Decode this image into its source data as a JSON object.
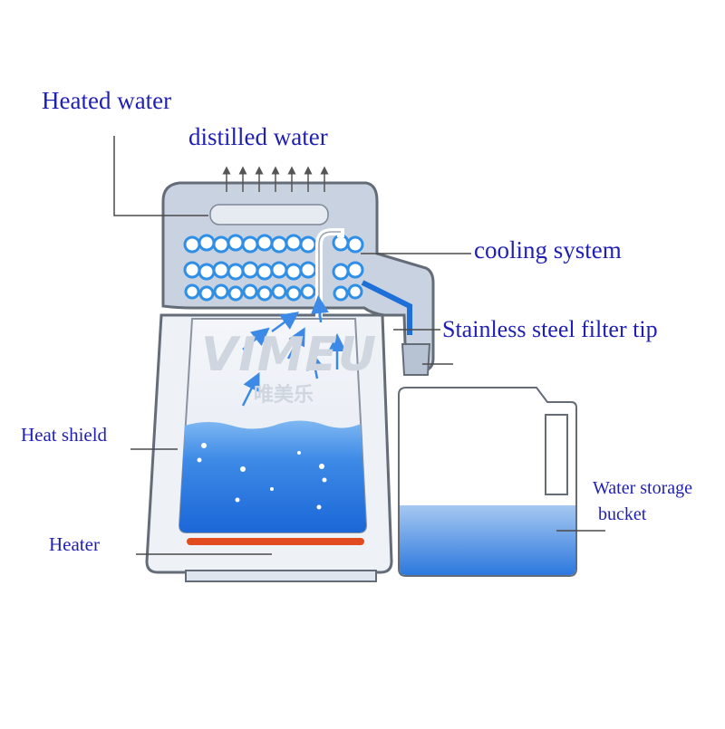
{
  "labels": {
    "heated_water": "Heated water",
    "distilled_water": "distilled water",
    "cooling_system": "cooling system",
    "filter_tip": "Stainless steel filter tip",
    "heat_shield": "Heat shield",
    "heater": "Heater",
    "water_storage": "Water storage",
    "bucket": "bucket"
  },
  "watermark": {
    "logo": "VIMEU",
    "sub": "唯美乐"
  },
  "colors": {
    "label_text": "#1f1fb4",
    "outline": "#646c78",
    "body_fill": "#eef2f7",
    "lid_fill": "#c9d2e0",
    "water_light": "#a9cdf3",
    "water_deep": "#1b67d8",
    "coil": "#2f8fe6",
    "heater_bar": "#e24a1f",
    "leader_line": "#4a4a4a",
    "watermark": "#d0d6df"
  }
}
